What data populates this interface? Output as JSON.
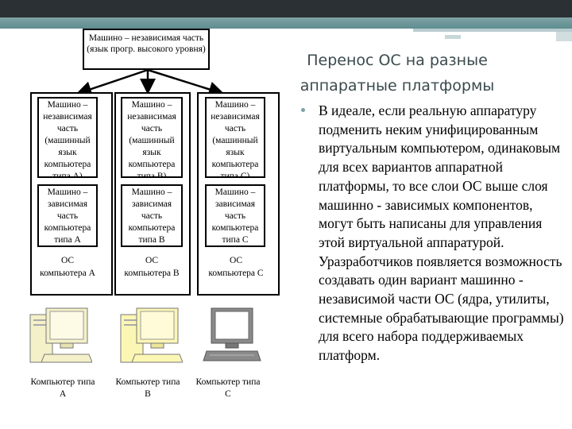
{
  "slide": {
    "title_line1": "Перенос ОС на разные",
    "title_line2": "аппаратные платформы",
    "bullet": "В идеале, если реальную аппаратуру подменить неким унифицированным виртуальным компьютером, одинаковым для всех вариантов аппаратной платформы, то все слои ОС выше слоя машинно - зависимых компонентов, могут быть написаны для управления этой виртуальной аппаратурой. Уразработчиков появляется возможность создавать один вариант машинно - независимой части ОС (ядра, утилиты, системные обрабатывающие программы) для всего набора поддерживаемых платформ."
  },
  "diagram": {
    "top_box": "Машино – независимая часть (язык прогр. высокого уровня)",
    "columns": [
      {
        "independent": "Машино – независимая часть (машинный язык компьютера типа А)",
        "dependent": "Машино – зависимая часть компьютера типа А",
        "os": "ОС компьютера А",
        "computer": "Компьютер типа А"
      },
      {
        "independent": "Машино – независимая часть (машинный язык компьютера типа В)",
        "dependent": "Машино – зависимая часть компьютера типа В",
        "os": "ОС компьютера В",
        "computer": "Компьютер типа В"
      },
      {
        "independent": "Машино – независимая часть (машинный язык компьютера типа С)",
        "dependent": "Машино – зависимая часть компьютера типа С",
        "os": "ОС компьютера С",
        "computer": "Компьютер типа С"
      }
    ]
  },
  "icons": [
    "computer-icon-beige",
    "computer-icon-yellow",
    "computer-icon-gray"
  ],
  "colors": {
    "top_bar": "#2b3034",
    "accent": "#6f9a9d",
    "title": "#3a4a4c",
    "pc_a": "#f4f0c8",
    "pc_b": "#fbf6b4",
    "pc_c": "#8a8a8a"
  }
}
